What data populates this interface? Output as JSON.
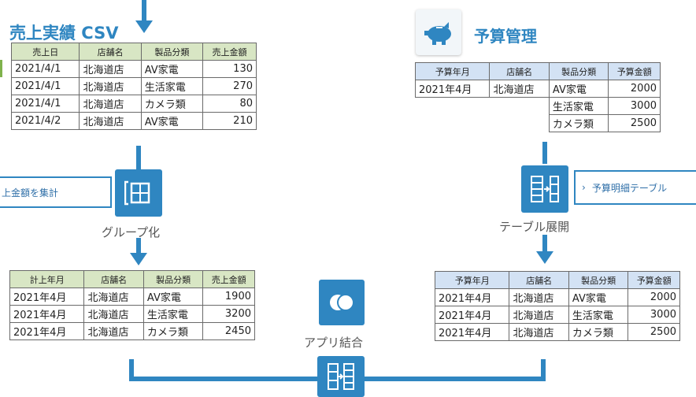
{
  "sales_csv": {
    "title": "売上実績 CSV",
    "headers": [
      "売上日",
      "店舗名",
      "製品分類",
      "売上金額"
    ],
    "rows": [
      [
        "2021/4/1",
        "北海道店",
        "AV家電",
        "130"
      ],
      [
        "2021/4/1",
        "北海道店",
        "生活家電",
        "270"
      ],
      [
        "2021/4/1",
        "北海道店",
        "カメラ類",
        "80"
      ],
      [
        "2021/4/2",
        "北海道店",
        "AV家電",
        "210"
      ]
    ]
  },
  "budget": {
    "title": "予算管理",
    "headers": [
      "予算年月",
      "店舗名",
      "製品分類",
      "予算金額"
    ],
    "rows": [
      [
        "2021年4月",
        "北海道店",
        "AV家電",
        "2000"
      ],
      [
        "",
        "",
        "生活家電",
        "3000"
      ],
      [
        "",
        "",
        "カメラ類",
        "2500"
      ]
    ]
  },
  "group_op": {
    "label": "グループ化",
    "callout": "上金額を集計"
  },
  "expand_op": {
    "label": "テーブル展開",
    "callout": "予算明細テーブル"
  },
  "join_op": {
    "label": "アプリ結合"
  },
  "grouped_table": {
    "headers": [
      "計上年月",
      "店舗名",
      "製品分類",
      "売上金額"
    ],
    "rows": [
      [
        "2021年4月",
        "北海道店",
        "AV家電",
        "1900"
      ],
      [
        "2021年4月",
        "北海道店",
        "生活家電",
        "3200"
      ],
      [
        "2021年4月",
        "北海道店",
        "カメラ類",
        "2450"
      ]
    ]
  },
  "expanded_table": {
    "headers": [
      "予算年月",
      "店舗名",
      "製品分類",
      "予算金額"
    ],
    "rows": [
      [
        "2021年4月",
        "北海道店",
        "AV家電",
        "2000"
      ],
      [
        "2021年4月",
        "北海道店",
        "生活家電",
        "3000"
      ],
      [
        "2021年4月",
        "北海道店",
        "カメラ類",
        "2500"
      ]
    ]
  },
  "icons": {
    "budget_app": "piggy-bank-icon",
    "group": "group-icon",
    "expand": "table-expand-icon",
    "join": "app-join-icon",
    "merge": "merge-icon",
    "callout_chevron": "chevron-right-icon"
  },
  "colors": {
    "accent": "#2f86c1",
    "green_header": "#d8e6c4",
    "blue_header": "#d3e2f4"
  }
}
